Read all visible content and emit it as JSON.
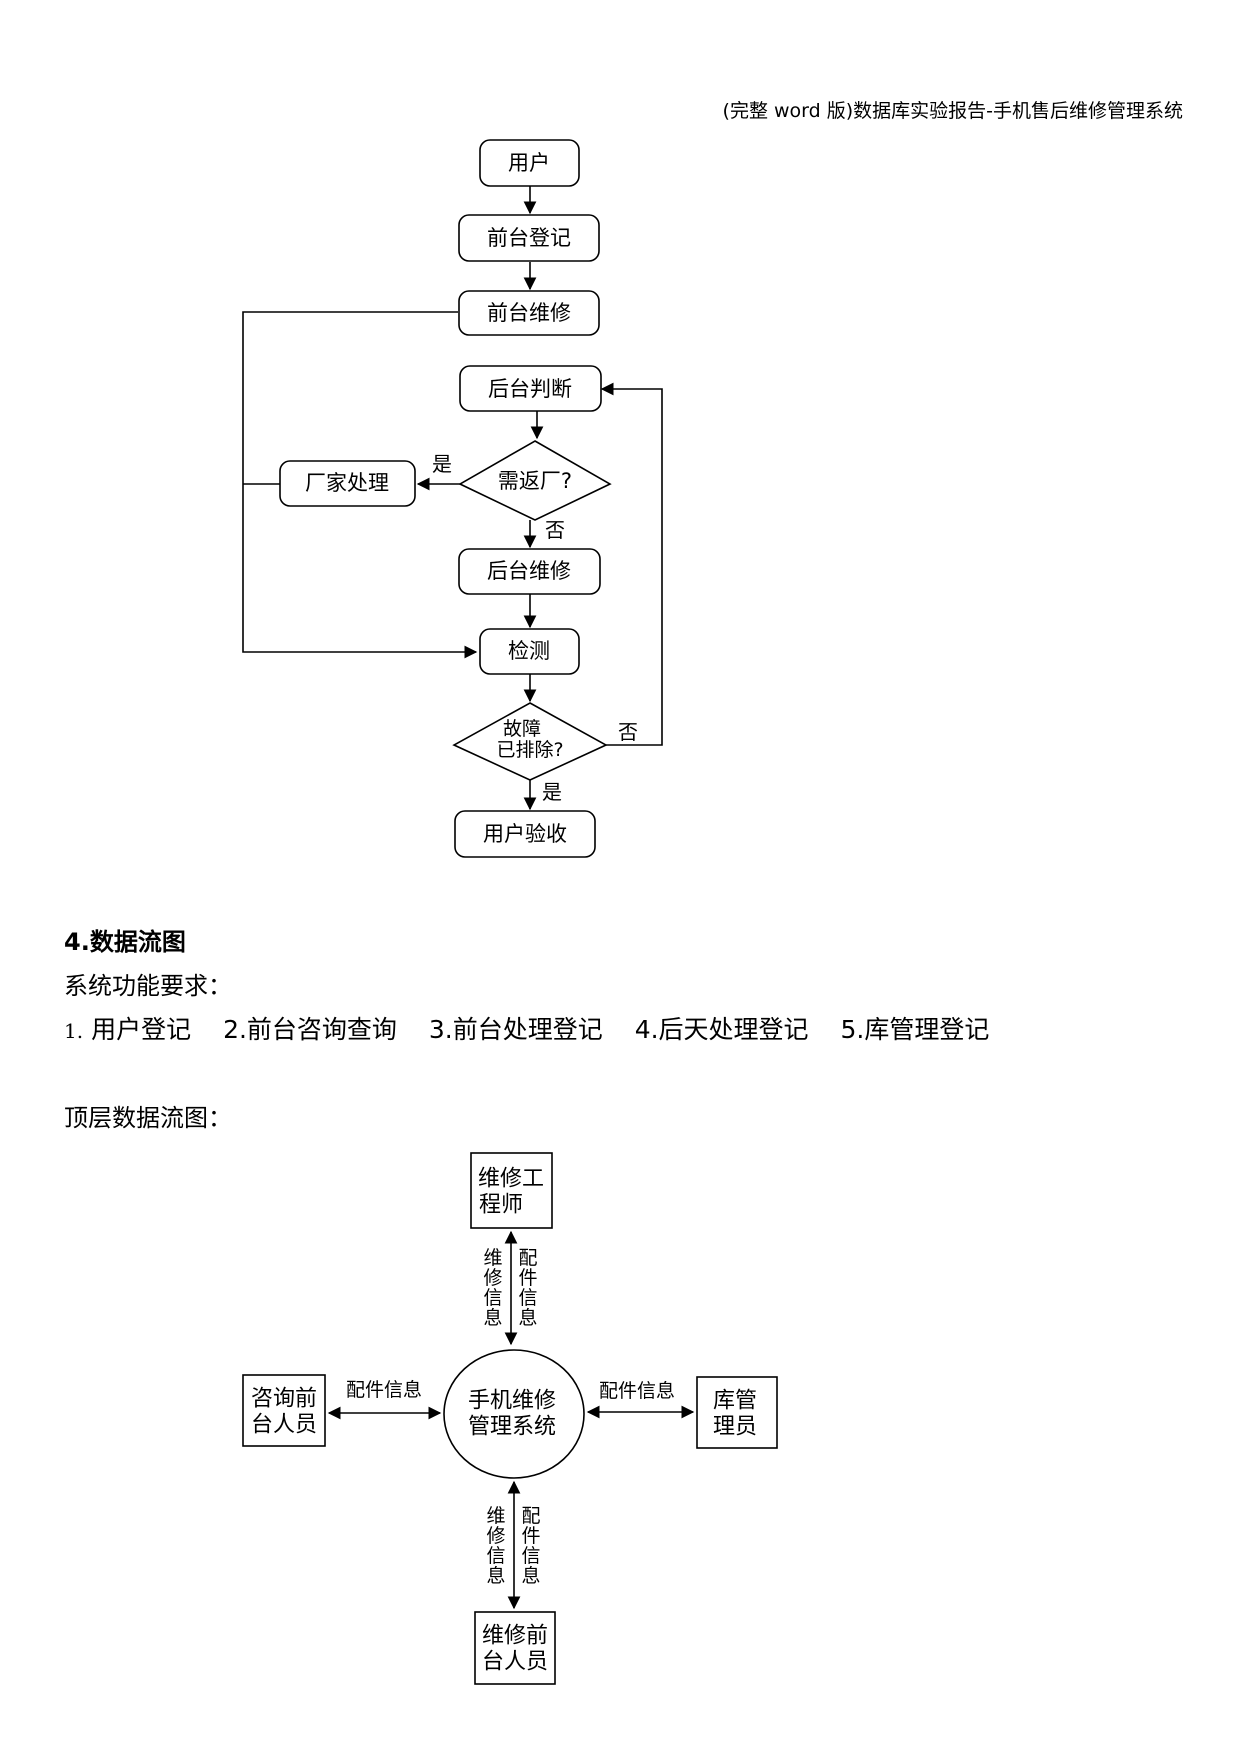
{
  "header": {
    "title": "(完整 word 版)数据库实验报告-手机售后维修管理系统"
  },
  "flowchart": {
    "nodes": {
      "user": "用户",
      "front_register": "前台登记",
      "front_repair": "前台维修",
      "back_judge": "后台判断",
      "need_return_q": "需返厂?",
      "factory_process": "厂家处理",
      "back_repair": "后台维修",
      "inspect": "检测",
      "fault_cleared_q1": "故障",
      "fault_cleared_q2": "已排除?",
      "user_accept": "用户验收"
    },
    "edge_labels": {
      "return_yes": "是",
      "return_no": "否",
      "fault_no": "否",
      "fault_yes": "是"
    }
  },
  "section4": {
    "title": "4.数据流图",
    "requirements_label": "系统功能要求：",
    "requirements": [
      {
        "num": "1.",
        "text": "用户登记"
      },
      {
        "num": "",
        "text": "2.前台咨询查询"
      },
      {
        "num": "",
        "text": "3.前台处理登记"
      },
      {
        "num": "",
        "text": "4.后天处理登记"
      },
      {
        "num": "",
        "text": "5.库管理登记"
      }
    ],
    "top_dfd_label": "顶层数据流图："
  },
  "dfd": {
    "center": {
      "line1": "手机维修",
      "line2": "管理系统"
    },
    "top_entity": {
      "line1": "维修工",
      "line2": "程师"
    },
    "left_entity": {
      "line1": "咨询前",
      "line2": "台人员"
    },
    "right_entity": {
      "line1": "库管",
      "line2": "理员"
    },
    "bottom_entity": {
      "line1": "维修前",
      "line2": "台人员"
    },
    "top_flow_left": [
      "维",
      "修",
      "信",
      "息"
    ],
    "top_flow_right": [
      "配",
      "件",
      "信",
      "息"
    ],
    "bottom_flow_left": [
      "维",
      "修",
      "信",
      "息"
    ],
    "bottom_flow_right": [
      "配",
      "件",
      "信",
      "息"
    ],
    "left_flow": "配件信息",
    "right_flow": "配件信息"
  }
}
